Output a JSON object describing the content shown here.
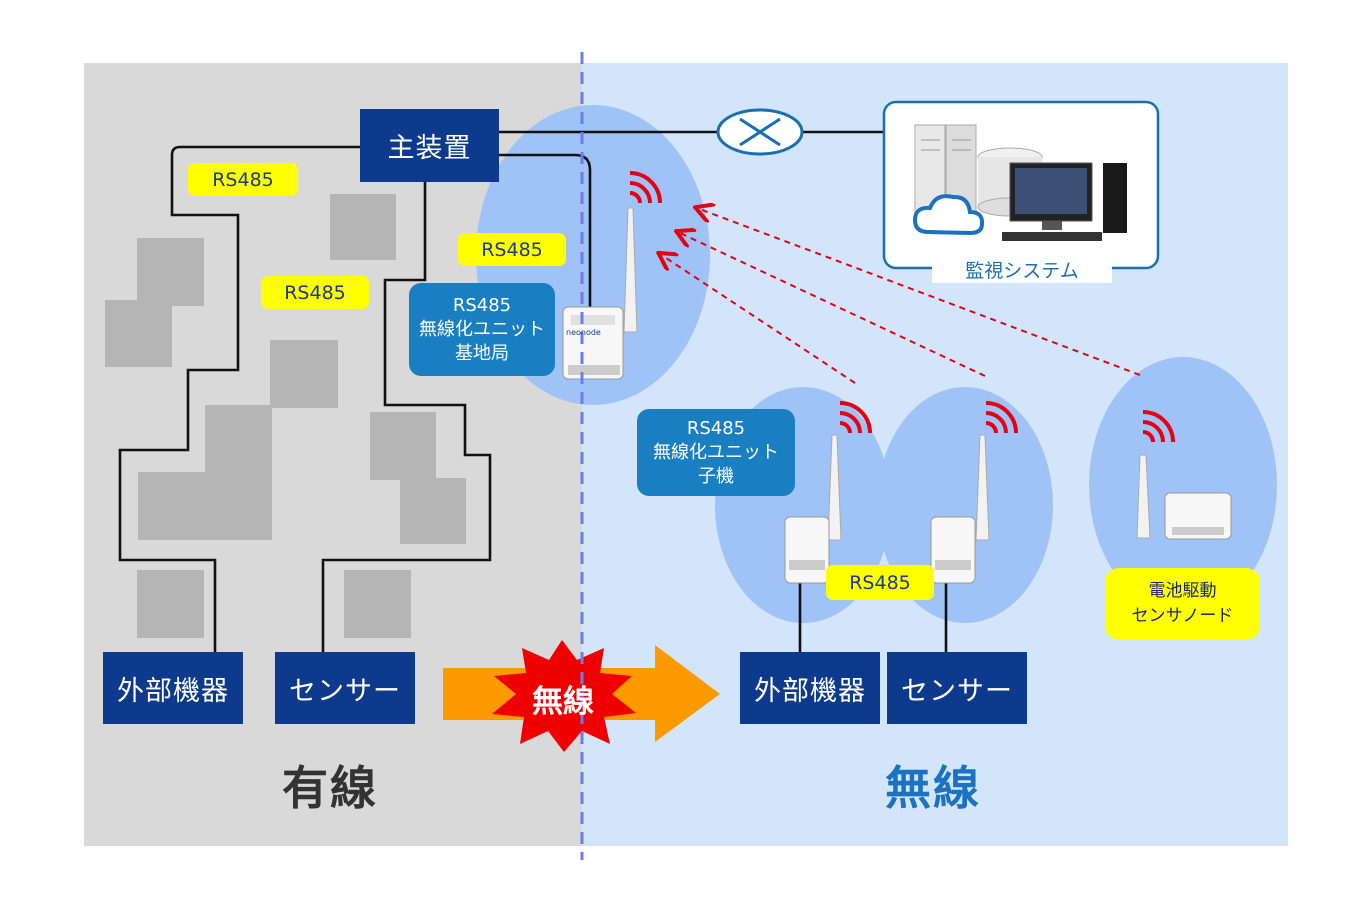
{
  "main_unit": "主装置",
  "rs485_labels": [
    "RS485",
    "RS485",
    "RS485",
    "RS485"
  ],
  "base_station_label": [
    "RS485",
    "無線化ユニット",
    "基地局"
  ],
  "child_unit_label": [
    "RS485",
    "無線化ユニット",
    "子機"
  ],
  "battery_node_label": [
    "電池駆動",
    "センサノード"
  ],
  "monitoring_system": "監視システム",
  "wired_devices": {
    "external": "外部機器",
    "sensor": "センサー"
  },
  "wireless_devices": {
    "external": "外部機器",
    "sensor": "センサー"
  },
  "transition_label": "無線",
  "section_titles": {
    "wired": "有線",
    "wireless": "無線"
  },
  "device_brand": "neonode",
  "colors": {
    "wired_bg": "#d9d9d9",
    "wireless_bg": "#d3e5fb",
    "bubble": "#9fc3f6",
    "navy": "#0d3a8c",
    "label_yellow": "#ffff00",
    "label_blue": "#1a7fc1",
    "arrow_orange": "#ff9900",
    "burst_red": "#ee0000",
    "signal_red": "#e60012",
    "wireless_title": "#1a72c0",
    "wired_title": "#333333"
  }
}
